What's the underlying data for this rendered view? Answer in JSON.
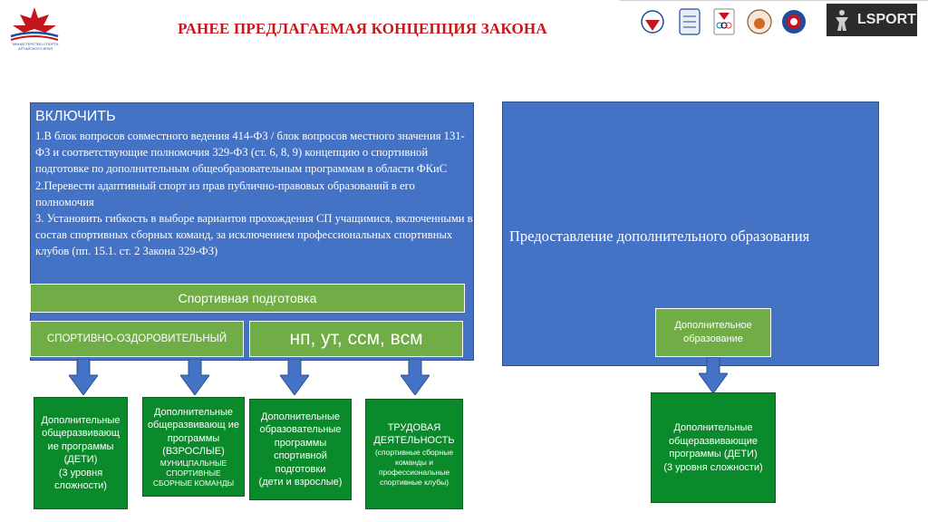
{
  "header": {
    "title": "РАНЕЕ ПРЕДЛАГАЕМАЯ КОНЦЕПЦИЯ ЗАКОНА",
    "logo_left_caption": "МИНИСТЕРСТВО СПОРТА АЛТАЙСКОГО КРАЯ",
    "lsport_label": "LSPORT"
  },
  "left_block": {
    "heading": "ВКЛЮЧИТЬ",
    "paragraphs": [
      "1.В блок вопросов совместного ведения   414-ФЗ  / блок вопросов местного значения 131-ФЗ и соответствующие полномочия 329-ФЗ (ст. 6, 8, 9) концепцию о спортивной подготовке по дополнительным общеобразовательным программам в области ФКиС",
      "2.Перевести адаптивный спорт из прав публично-правовых образований в его полномочия",
      "3. Установить гибкость в выборе вариантов прохождения СП учащимися, включенными в состав спортивных сборных команд, за исключением профессиональных спортивных клубов (пп. 15.1. ст. 2 Закона 329-ФЗ)"
    ],
    "sport_training": "Спортивная подготовка",
    "health_label": "СПОРТИВНО-ОЗДОРОВИТЕЛЬНЫЙ",
    "levels_label": "нп, ут, ссм, всм"
  },
  "right_block": {
    "text": "Предоставление дополнительного образования",
    "dop_label": "Дополнительное образование"
  },
  "bottom_boxes": {
    "b1": {
      "line1": "Дополнительные общеразвивающ ие программы (ДЕТИ)",
      "line2": "(3 уровня сложности)"
    },
    "b2": {
      "line1": "Дополнительные общеразвивающ ие программы (ВЗРОСЛЫЕ)",
      "line2": "МУНИЦПАЛЬНЫЕ СПОРТИВНЫЕ СБОРНЫЕ КОМАНДЫ"
    },
    "b3": {
      "line1": "Дополнительные образовательные программы спортивной подготовки",
      "line2": "(дети и взрослые)"
    },
    "b4": {
      "line1": "ТРУДОВАЯ ДЕЯТЕЛЬНОСТЬ",
      "line2": "(спортивные сборные команды и профессиональные спортивные клубы)"
    },
    "b5": {
      "line1": "Дополнительные общеразвивающие программы (ДЕТИ)",
      "line2": "(3 уровня сложности)"
    }
  },
  "colors": {
    "title_red": "#c4161c",
    "blue": "#4472c4",
    "light_green": "#70ad47",
    "dark_green": "#0b8a2b"
  }
}
